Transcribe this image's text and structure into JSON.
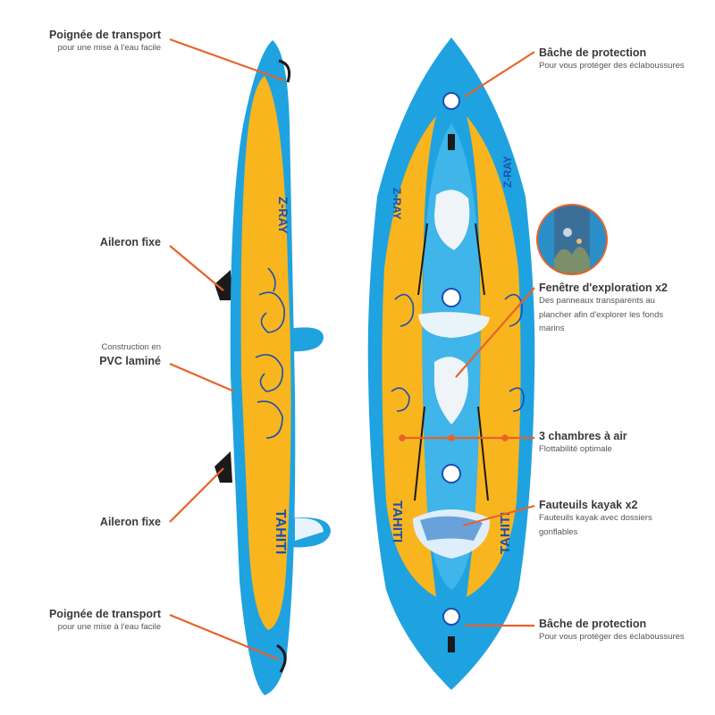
{
  "colors": {
    "yellow": "#f8b51e",
    "blue": "#1fa2e0",
    "dark_blue": "#1a4fb0",
    "leader": "#e8622a"
  },
  "labels": {
    "handle_top": {
      "title": "Poignée de transport",
      "sub": "pour une mise à l'eau facile"
    },
    "fin_1": {
      "title": "Aileron fixe"
    },
    "pvc": {
      "pre": "Construction en",
      "title": "PVC laminé"
    },
    "fin_2": {
      "title": "Aileron fixe"
    },
    "handle_bottom": {
      "title": "Poignée de transport",
      "sub": "pour une mise à l'eau facile"
    },
    "cover_top": {
      "title": "Bâche de protection",
      "sub": "Pour vous protéger des éclaboussures"
    },
    "window": {
      "title": "Fenêtre d'exploration x2",
      "sub": "Des panneaux transparents au plancher afin d'explorer les fonds marins"
    },
    "chambers": {
      "title": "3 chambres à air",
      "sub": "Flottabilité optimale"
    },
    "seats": {
      "title": "Fauteuils kayak x2",
      "sub": "Fauteuils kayak avec dossiers gonflables"
    },
    "cover_bottom": {
      "title": "Bâche de protection",
      "sub": "Pour vous protéger des éclaboussures"
    }
  },
  "kayak": {
    "model_name": "TAHITI",
    "brand": "Z-RAY"
  }
}
